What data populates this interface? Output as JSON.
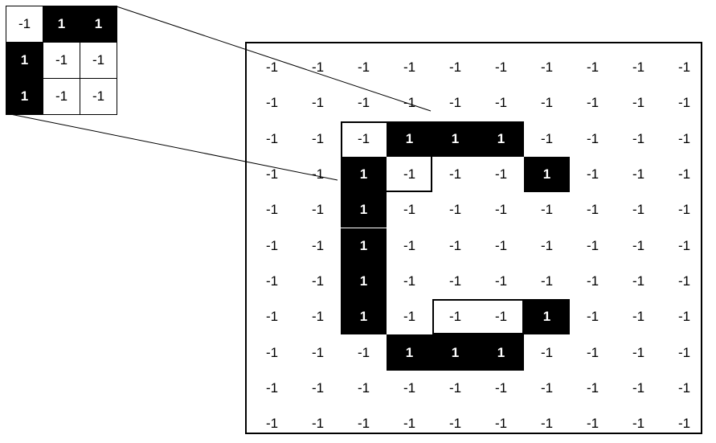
{
  "kernel": {
    "cells": [
      [
        "-1",
        "1",
        "1"
      ],
      [
        "1",
        "-1",
        "-1"
      ],
      [
        "1",
        "-1",
        "-1"
      ]
    ]
  },
  "grid": {
    "cells": [
      [
        "-1",
        "-1",
        "-1",
        "-1",
        "-1",
        "-1",
        "-1",
        "-1",
        "-1",
        "-1"
      ],
      [
        "-1",
        "-1",
        "-1",
        "-1",
        "-1",
        "-1",
        "-1",
        "-1",
        "-1",
        "-1"
      ],
      [
        "-1",
        "-1",
        "-1",
        "1",
        "1",
        "1",
        "-1",
        "-1",
        "-1",
        "-1"
      ],
      [
        "-1",
        "-1",
        "1",
        "-1",
        "-1",
        "-1",
        "1",
        "-1",
        "-1",
        "-1"
      ],
      [
        "-1",
        "-1",
        "1",
        "-1",
        "-1",
        "-1",
        "-1",
        "-1",
        "-1",
        "-1"
      ],
      [
        "-1",
        "-1",
        "1",
        "-1",
        "-1",
        "-1",
        "-1",
        "-1",
        "-1",
        "-1"
      ],
      [
        "-1",
        "-1",
        "1",
        "-1",
        "-1",
        "-1",
        "-1",
        "-1",
        "-1",
        "-1"
      ],
      [
        "-1",
        "-1",
        "1",
        "-1",
        "-1",
        "-1",
        "1",
        "-1",
        "-1",
        "-1"
      ],
      [
        "-1",
        "-1",
        "-1",
        "1",
        "1",
        "1",
        "-1",
        "-1",
        "-1",
        "-1"
      ],
      [
        "-1",
        "-1",
        "-1",
        "-1",
        "-1",
        "-1",
        "-1",
        "-1",
        "-1",
        "-1"
      ],
      [
        "-1",
        "-1",
        "-1",
        "-1",
        "-1",
        "-1",
        "-1",
        "-1",
        "-1",
        "-1"
      ]
    ]
  },
  "highlights": [
    {
      "row": 2,
      "col": 2,
      "rows": 2,
      "cols": 2
    },
    {
      "row": 7,
      "col": 4,
      "rows": 1,
      "cols": 2
    }
  ],
  "colors": {
    "on_fill": "#000000",
    "on_text": "#ffffff",
    "off_fill": "#ffffff",
    "off_text": "#000000"
  }
}
